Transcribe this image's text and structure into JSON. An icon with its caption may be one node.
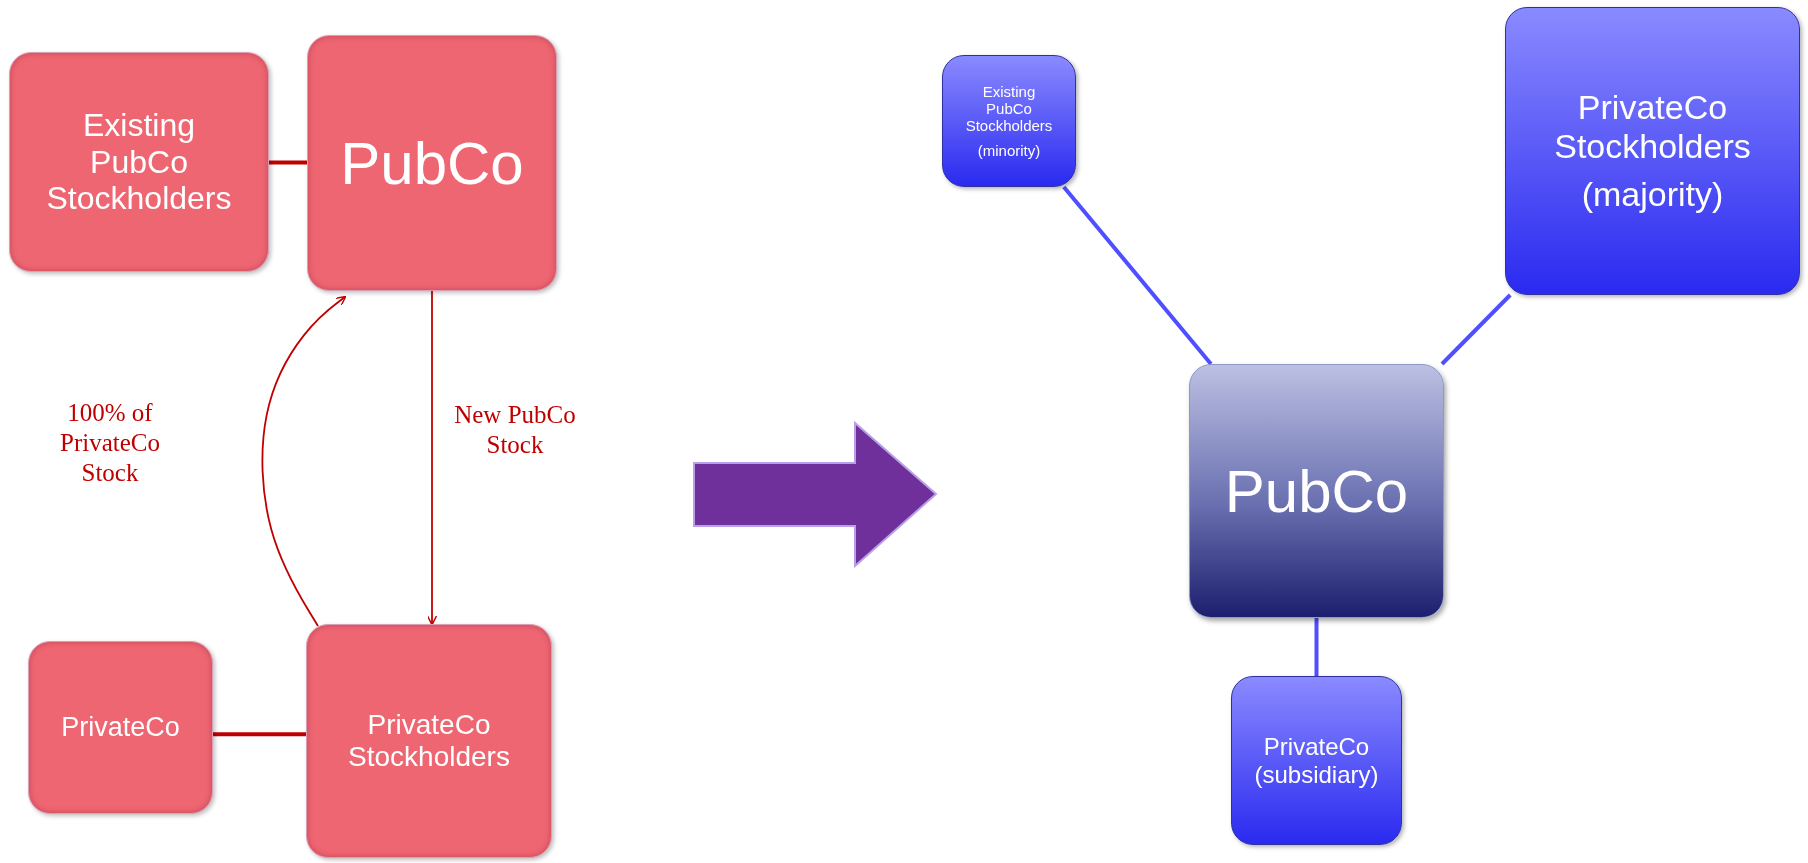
{
  "diagram": {
    "nodes": [
      {
        "text": [
          "Existing PubCo Stockholders"
        ]
      },
      {
        "text": [
          "PubCo"
        ]
      },
      {
        "text": [
          "PrivateCo"
        ]
      },
      {
        "text": [
          "PrivateCo Stockholders"
        ]
      },
      {
        "text": [
          "Existing PubCo Stockholders",
          "(minority)"
        ]
      },
      {
        "text": [
          "PrivateCo Stockholders",
          "(majority)"
        ]
      },
      {
        "text": [
          "PubCo"
        ]
      },
      {
        "text": [
          "PrivateCo (subsidiary)"
        ]
      }
    ],
    "edges": [
      {
        "from": 0,
        "to": 1,
        "arrow": "none"
      },
      {
        "from": 2,
        "to": 3,
        "arrow": "none"
      },
      {
        "from": 1,
        "to": 3,
        "arrow": "to",
        "label": "New PubCo Stock"
      },
      {
        "from": 3,
        "to": 1,
        "arrow": "to",
        "label": "100% of PrivateCo Stock"
      },
      {
        "from": 4,
        "to": 6,
        "arrow": "none",
        "color": "#4f4fff"
      },
      {
        "from": 5,
        "to": 6,
        "arrow": "none",
        "color": "#4f4fff"
      },
      {
        "from": 6,
        "to": 7,
        "arrow": "none",
        "color": "#4f4fff"
      }
    ]
  }
}
